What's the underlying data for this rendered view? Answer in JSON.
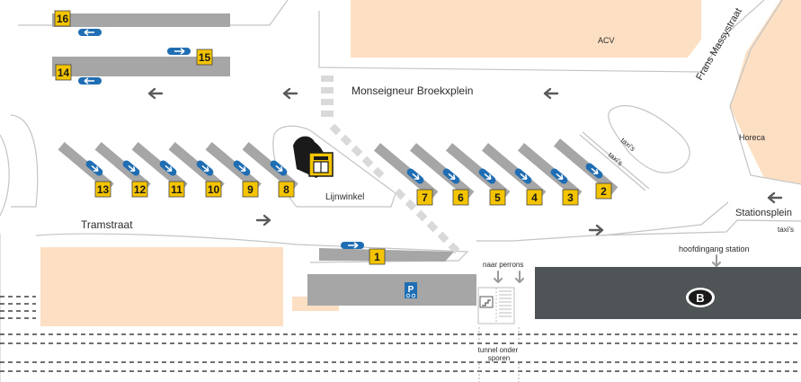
{
  "streets": {
    "monseigneur": "Monseigneur Broekxplein",
    "tramstraat": "Tramstraat",
    "frans_massy": "Frans Massystraat",
    "stationsplein": "Stationsplein"
  },
  "buildings": {
    "acv": "ACV",
    "horeca": "Horeca",
    "lijnwinkel": "Lijnwinkel",
    "main_entrance": "hoofdingang station"
  },
  "taxis": {
    "label_1": "taxi's",
    "label_2": "taxi's",
    "label_3": "taxi's"
  },
  "tunnel": {
    "to_platforms": "naar perrons",
    "tunnel_label": "tunnel onder\nsporen"
  },
  "parking": {
    "label": "P"
  },
  "sncb_logo": "B",
  "bays": {
    "north": [
      "16",
      "14",
      "15"
    ],
    "west": [
      "13",
      "12",
      "11",
      "10",
      "9",
      "8"
    ],
    "east": [
      "7",
      "6",
      "5",
      "4",
      "3",
      "2"
    ],
    "south": [
      "1"
    ]
  },
  "colors": {
    "building": "#fde0c4",
    "platform": "#a6a6a6",
    "road": "#ffffff",
    "outline": "#c4c4c4",
    "bay_sign": "#f5c400",
    "arrow_blue": "#1f6db3",
    "arrow_grey": "#5a5a5a",
    "station": "#4f5456",
    "rail": "#1a1a1a"
  },
  "icons": {
    "shop": "shop-icon",
    "bike_parking": "bicycle-parking-icon",
    "stairs": "stairs-icon",
    "sncb": "sncb-logo"
  }
}
